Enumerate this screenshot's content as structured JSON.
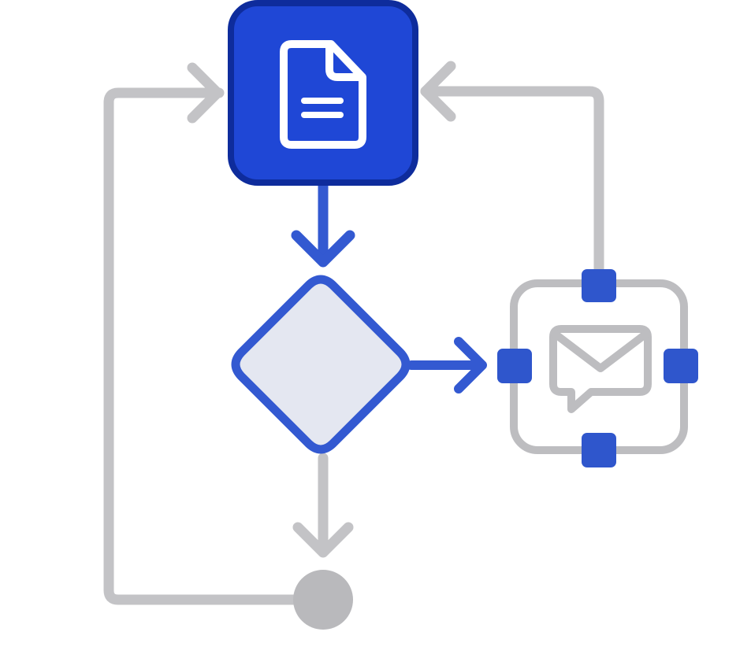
{
  "diagram": {
    "type": "flowchart",
    "nodes": [
      {
        "id": "document",
        "shape": "rounded-square",
        "icon": "document-icon",
        "style": "filled-primary"
      },
      {
        "id": "decision",
        "shape": "diamond",
        "style": "outlined-primary"
      },
      {
        "id": "message",
        "shape": "selected-frame",
        "icon": "envelope-chat-icon",
        "style": "outlined-gray",
        "handles": 4
      },
      {
        "id": "end",
        "shape": "circle",
        "style": "filled-gray"
      }
    ],
    "edges": [
      {
        "from": "document",
        "to": "decision",
        "color": "primary"
      },
      {
        "from": "decision",
        "to": "message",
        "color": "primary"
      },
      {
        "from": "decision",
        "to": "end",
        "color": "gray"
      },
      {
        "from": "message",
        "to": "document",
        "color": "gray"
      },
      {
        "from": "end",
        "to": "document",
        "color": "gray"
      }
    ],
    "colors": {
      "primary": "#1f47d6",
      "primary_dark": "#0e2c9c",
      "outline_blue": "#3359d1",
      "handle": "#2f56cc",
      "diamond_fill": "#e4e7f1",
      "connector_gray": "#c3c3c6",
      "frame_gray": "#bdbdc0",
      "end_gray": "#b9b9bc",
      "icon_white": "#ffffff"
    }
  }
}
